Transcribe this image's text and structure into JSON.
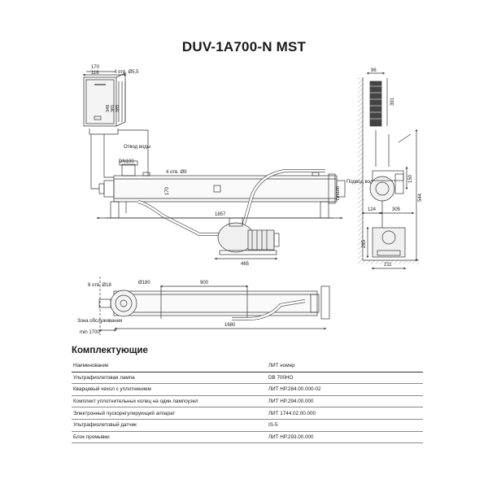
{
  "title": "DUV-1A700-N MST",
  "drawing": {
    "controller": {
      "dim_width": "170",
      "dim_inner": "116",
      "holes": "4 отв. Ø5,5",
      "dim_h1": "348",
      "dim_h2": "365",
      "dim_h3": "385"
    },
    "side_view": {
      "label_outlet": "Отвод воды",
      "dn_top": "DN100",
      "holes": "4 отв. Ø9",
      "dim_170": "170",
      "dn_right": "DN100",
      "label_inlet": "Подвод воды",
      "dim_1857": "1857",
      "dim_465": "465"
    },
    "end_view": {
      "dim_96": "96",
      "dim_391": "391",
      "dim_150": "150",
      "dim_544": "544",
      "dim_124": "124",
      "dim_305": "305",
      "dim_285": "285",
      "dim_211": "211"
    },
    "plan_view": {
      "holes": "8 отв. Ø18",
      "dim_180": "Ø180",
      "dim_900": "900",
      "service_zone": "Зона обслуживания",
      "service_min": "min 1700",
      "dim_1680": "1680"
    }
  },
  "components": {
    "title": "Комплектующие",
    "headers": [
      "Наименование",
      "ЛИТ номер"
    ],
    "rows": [
      [
        "Ультрафиолетовая лампа",
        "DB 700HO"
      ],
      [
        "Кварцевый чехол с уплотнением",
        "ЛИТ HP.284.00.000-02"
      ],
      [
        "Комплект уплотнительных колец на один лампоузел",
        "ЛИТ HP.294.00.000"
      ],
      [
        "Электронный пускорегулирующий аппарат",
        "ЛИТ 1744.02.00.000"
      ],
      [
        "Ультрафиолетовый датчик",
        "IS-5"
      ],
      [
        "Блок промывки",
        "ЛИТ HP.293.00.000"
      ]
    ]
  }
}
